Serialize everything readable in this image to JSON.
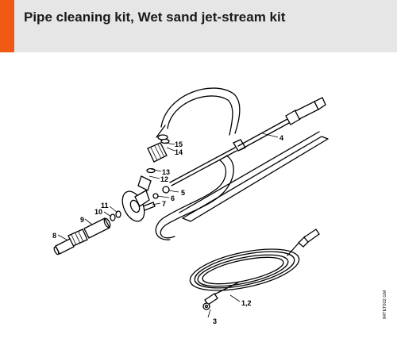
{
  "header": {
    "title": "Pipe cleaning kit, Wet sand jet-stream kit",
    "accent_color": "#f05a14",
    "background_color": "#e6e6e6"
  },
  "diagram": {
    "callouts": [
      {
        "id": "c15",
        "label": "15"
      },
      {
        "id": "c14",
        "label": "14"
      },
      {
        "id": "c4",
        "label": "4"
      },
      {
        "id": "c13",
        "label": "13"
      },
      {
        "id": "c12",
        "label": "12"
      },
      {
        "id": "c5",
        "label": "5"
      },
      {
        "id": "c6",
        "label": "6"
      },
      {
        "id": "c7",
        "label": "7"
      },
      {
        "id": "c11",
        "label": "11"
      },
      {
        "id": "c10",
        "label": "10"
      },
      {
        "id": "c9",
        "label": "9"
      },
      {
        "id": "c8",
        "label": "8"
      },
      {
        "id": "c12b",
        "label": "1,2"
      },
      {
        "id": "c3",
        "label": "3"
      }
    ],
    "drawing_code": "84TET022 GM"
  }
}
